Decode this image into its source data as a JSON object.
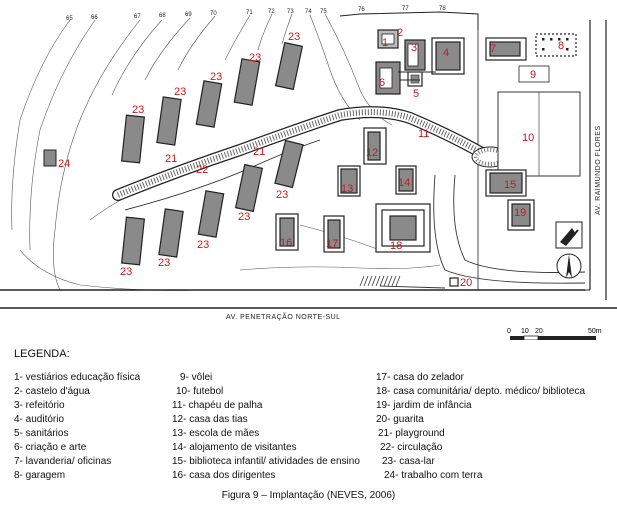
{
  "contour_labels": [
    "65",
    "66",
    "67",
    "68",
    "69",
    "70",
    "71",
    "72",
    "73",
    "74",
    "75",
    "76",
    "77",
    "78"
  ],
  "zone_labels": {
    "z1": "1",
    "z2": "2",
    "z3": "3",
    "z4": "4",
    "z5": "5",
    "z6": "6",
    "z7": "7",
    "z8": "8",
    "z9": "9",
    "z10": "10",
    "z11": "11",
    "z12": "12",
    "z13": "13",
    "z14": "14",
    "z15": "15",
    "z16": "16",
    "z17": "17",
    "z18": "18",
    "z19": "19",
    "z20": "20",
    "z21a": "21",
    "z21b": "21",
    "z22": "22",
    "z24": "24",
    "z23": "23"
  },
  "streets": {
    "south": "AV. PENETRAÇÃO NORTE-SUL",
    "east": "AV. RAIMUNDO FLORES"
  },
  "scale_bar": {
    "t0": "0",
    "t1": "10",
    "t2": "20",
    "t3": "50m"
  },
  "legend": {
    "title": "LEGENDA:",
    "col1": [
      "1- vestiários educação física",
      "2- castelo d'água",
      "3- refeitório",
      "4- auditório",
      "5- sanitários",
      "6- criação e arte",
      "7- lavanderia/ oficinas",
      "8- garagem"
    ],
    "col2": [
      "9- vôlei",
      "10- futebol",
      "11- chapéu de palha",
      "12- casa das tias",
      "13- escola de mães",
      "14- alojamento de visitantes",
      "15- biblioteca infantil/ atividades de ensino",
      "16- casa dos dirigentes"
    ],
    "col3": [
      "17- casa do zelador",
      "18- casa comunitária/ depto. médico/ biblioteca",
      "19- jardim de infância",
      "20- guarita",
      "21- playground",
      "22- circulação",
      "23- casa-lar",
      "24- trabalho com terra"
    ]
  },
  "caption": "Figura 9 – Implantação (NEVES, 2006)"
}
